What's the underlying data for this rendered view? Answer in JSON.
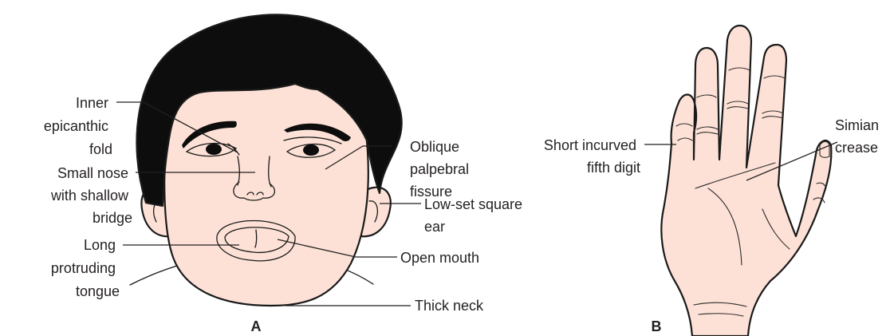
{
  "figure": {
    "panel_a": {
      "letter": "A",
      "labels": {
        "inner_epicanthic_fold": [
          "Inner",
          "epicanthic",
          "fold"
        ],
        "small_nose": [
          "Small nose",
          "with shallow",
          "bridge"
        ],
        "long_tongue": [
          "Long",
          "protruding",
          "tongue"
        ],
        "oblique_palpebral_fissure": [
          "Oblique",
          "palpebral",
          "fissure"
        ],
        "low_set_ear": [
          "Low-set square",
          "ear"
        ],
        "open_mouth": [
          "Open mouth"
        ],
        "thick_neck": [
          "Thick neck"
        ]
      }
    },
    "panel_b": {
      "letter": "B",
      "labels": {
        "fifth_digit": [
          "Short incurved",
          "fifth digit"
        ],
        "simian_crease": [
          "Simian",
          "crease"
        ]
      }
    },
    "colors": {
      "skin": "#fde1d6",
      "hair": "#0d0d0d",
      "tongue": "#d9a48c",
      "mouth": "#f3d0c2",
      "line": "#231f20"
    }
  }
}
